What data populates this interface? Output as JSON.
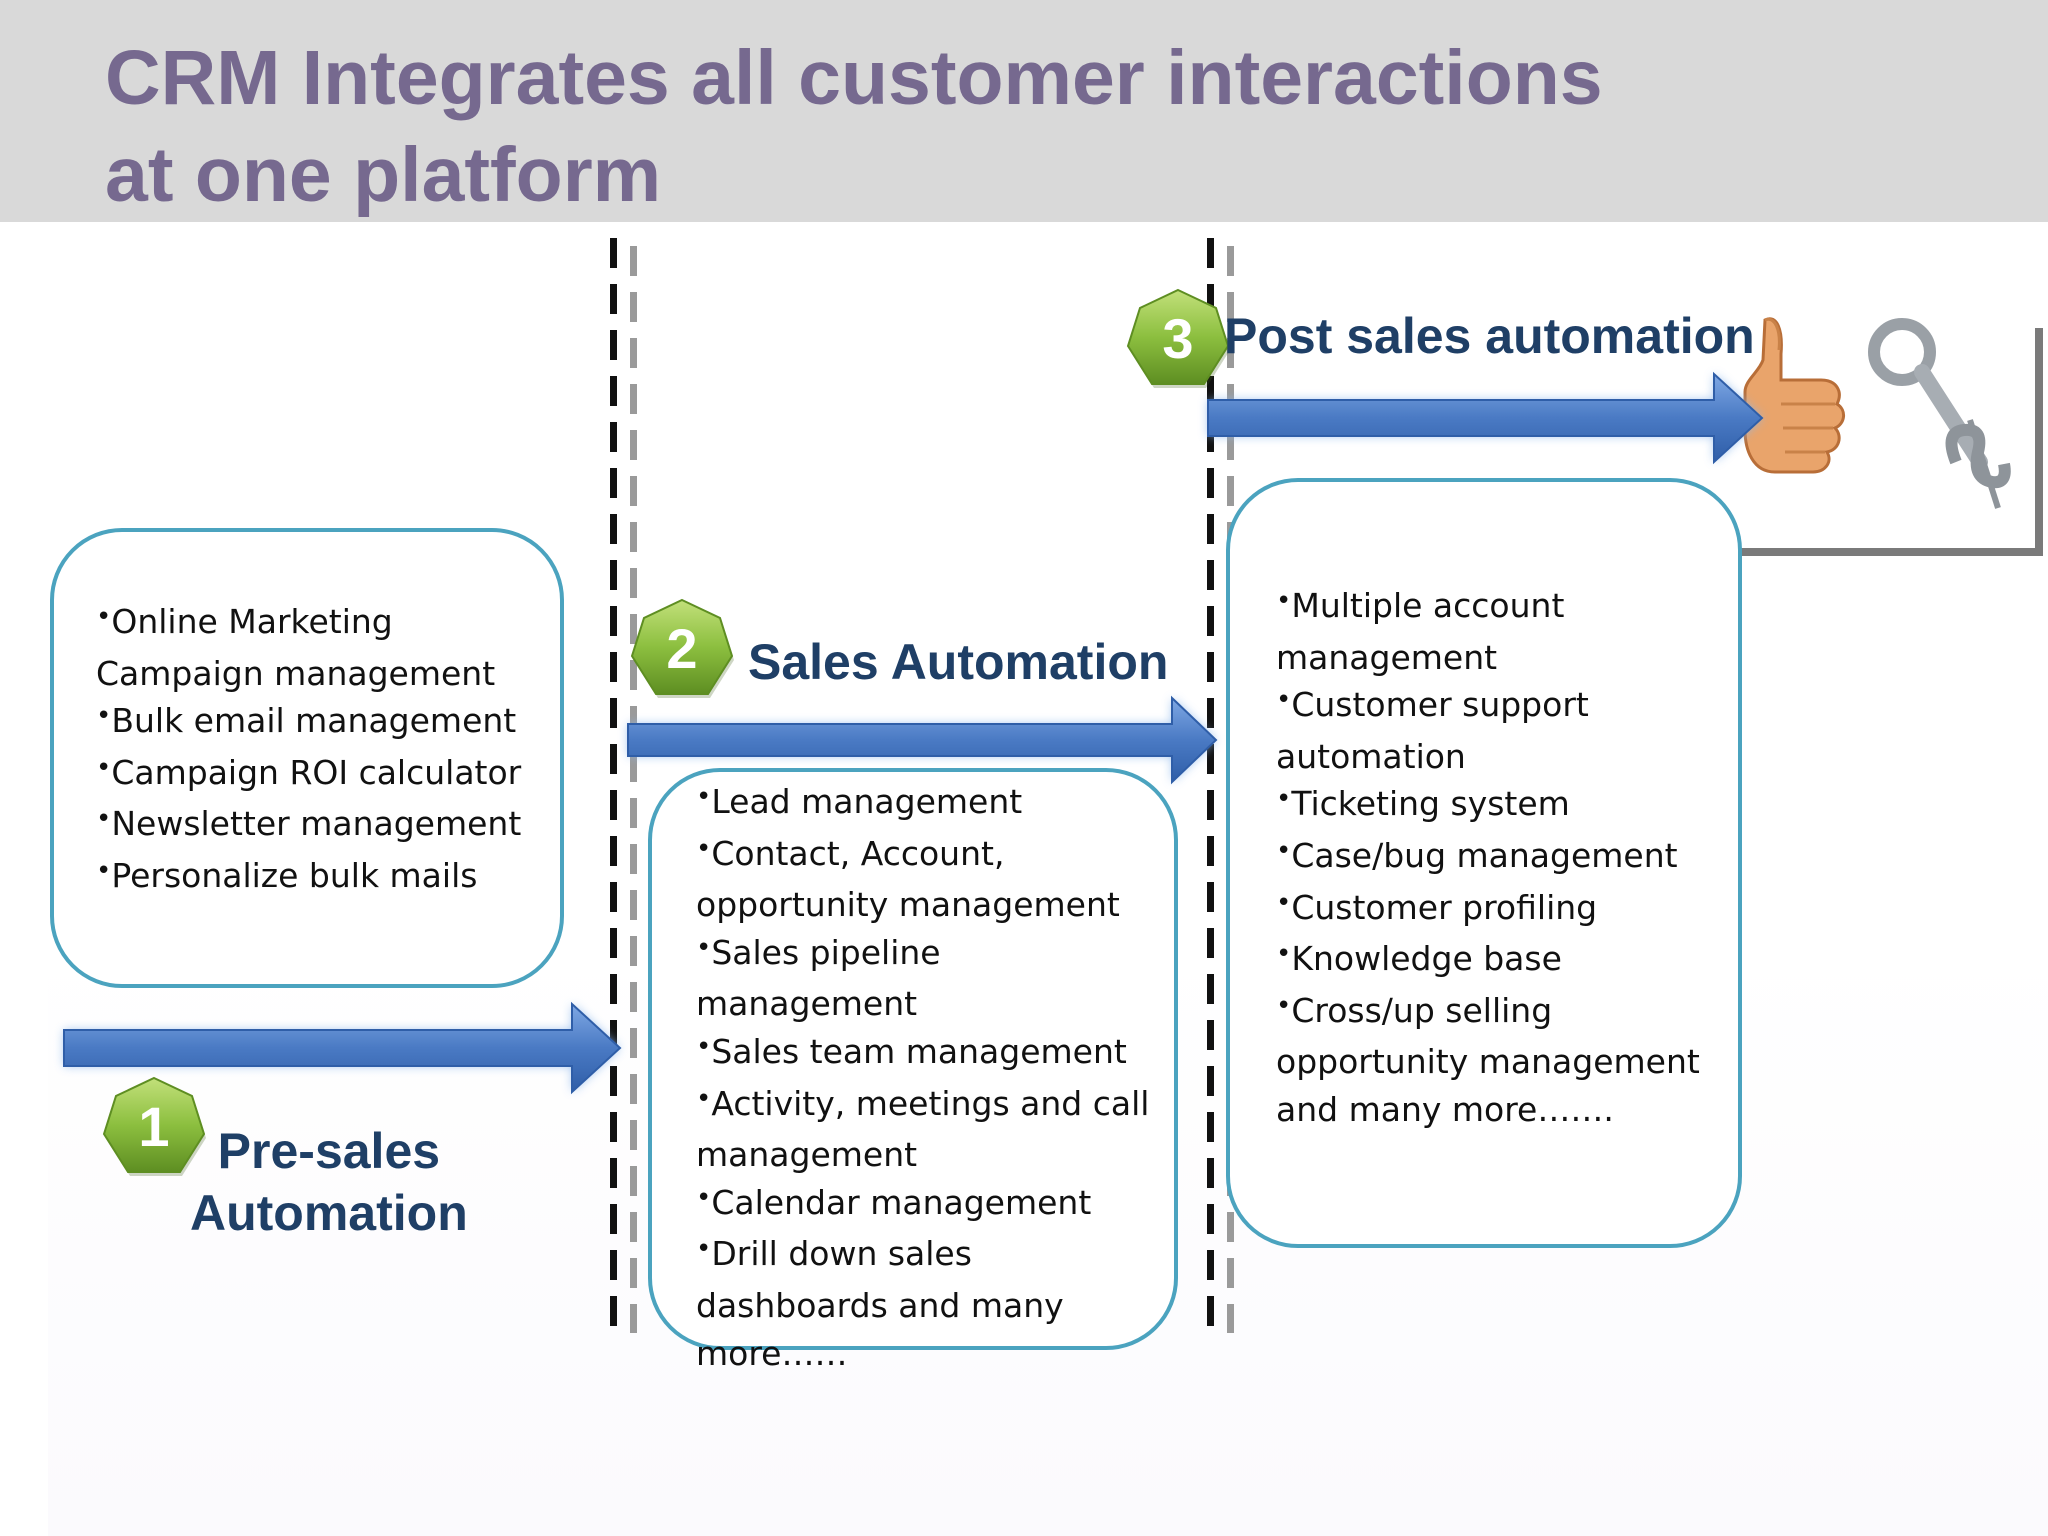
{
  "title_lines": [
    "CRM Integrates all customer interactions",
    "at one platform"
  ],
  "stages": [
    {
      "number": "1",
      "label_lines": [
        "Pre-sales",
        "Automation"
      ],
      "items": [
        "Online Marketing Campaign management",
        "Bulk email management",
        "Campaign ROI calculator",
        "Newsletter management",
        "Personalize bulk mails"
      ]
    },
    {
      "number": "2",
      "label_lines": [
        "Sales Automation"
      ],
      "items": [
        "Lead management",
        "Contact, Account, opportunity management",
        "Sales pipeline management",
        "Sales team management",
        "Activity, meetings and call management",
        "Calendar management",
        "Drill down sales dashboards and many more……"
      ]
    },
    {
      "number": "3",
      "label_lines": [
        "Post sales automation"
      ],
      "items": [
        "Multiple account management",
        "Customer support automation",
        "Ticketing system",
        "Case/bug management",
        "Customer profiling",
        "Knowledge base",
        "Cross/up selling opportunity management and many more……."
      ]
    }
  ],
  "colors": {
    "title": "#76698f",
    "header_band": "#d9d9d9",
    "arrow": "#4a7ac4",
    "box_border": "#4ba3bf",
    "hexagon": "#8cbf3f",
    "stage_label": "#1f3f66"
  },
  "icons": [
    "thumbs-up-icon",
    "dollar-key-icon"
  ]
}
